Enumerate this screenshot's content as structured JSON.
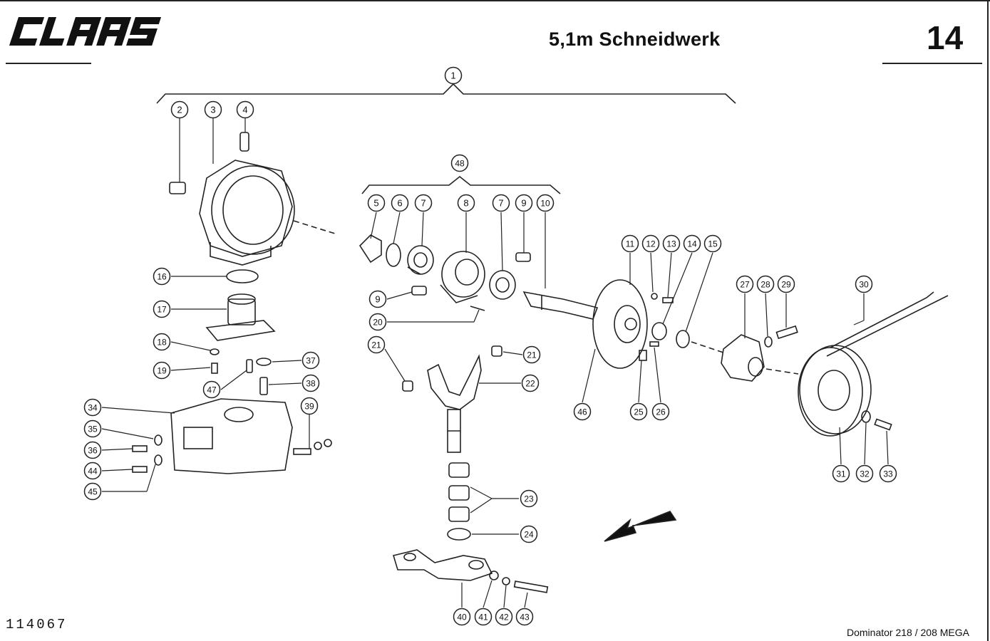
{
  "brand": {
    "logo_text": "CLAAS"
  },
  "header": {
    "title": "5,1m Schneidwerk",
    "page_number": "14"
  },
  "footer": {
    "drawing_number": "114067",
    "model": "Dominator 218 / 208 MEGA"
  },
  "parts": [
    {
      "n": "1"
    },
    {
      "n": "2"
    },
    {
      "n": "3"
    },
    {
      "n": "4"
    },
    {
      "n": "48"
    },
    {
      "n": "5"
    },
    {
      "n": "6"
    },
    {
      "n": "7"
    },
    {
      "n": "8"
    },
    {
      "n": "7"
    },
    {
      "n": "9"
    },
    {
      "n": "10"
    },
    {
      "n": "11"
    },
    {
      "n": "12"
    },
    {
      "n": "13"
    },
    {
      "n": "14"
    },
    {
      "n": "15"
    },
    {
      "n": "27"
    },
    {
      "n": "28"
    },
    {
      "n": "29"
    },
    {
      "n": "30"
    },
    {
      "n": "16"
    },
    {
      "n": "17"
    },
    {
      "n": "18"
    },
    {
      "n": "19"
    },
    {
      "n": "47"
    },
    {
      "n": "37"
    },
    {
      "n": "38"
    },
    {
      "n": "39"
    },
    {
      "n": "34"
    },
    {
      "n": "35"
    },
    {
      "n": "36"
    },
    {
      "n": "44"
    },
    {
      "n": "45"
    },
    {
      "n": "9"
    },
    {
      "n": "20"
    },
    {
      "n": "21"
    },
    {
      "n": "21"
    },
    {
      "n": "22"
    },
    {
      "n": "23"
    },
    {
      "n": "24"
    },
    {
      "n": "40"
    },
    {
      "n": "41"
    },
    {
      "n": "42"
    },
    {
      "n": "43"
    },
    {
      "n": "46"
    },
    {
      "n": "25"
    },
    {
      "n": "26"
    },
    {
      "n": "31"
    },
    {
      "n": "32"
    },
    {
      "n": "33"
    }
  ]
}
